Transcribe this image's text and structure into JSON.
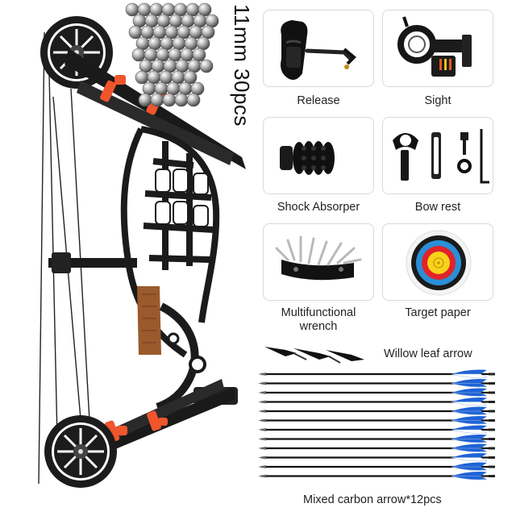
{
  "product": {
    "accessory_callout": "11mm 30pcs",
    "items": [
      {
        "label": "Release",
        "icon": "release-aid-icon"
      },
      {
        "label": "Sight",
        "icon": "bow-sight-icon"
      },
      {
        "label": "Shock Absorper",
        "icon": "stabilizer-icon"
      },
      {
        "label": "Bow rest",
        "icon": "arrow-rest-icon"
      },
      {
        "label": "Multifunctional\nwrench",
        "icon": "multitool-wrench-icon"
      },
      {
        "label": "Target paper",
        "icon": "archery-target-icon"
      }
    ],
    "willow_label": "Willow leaf arrow",
    "arrows_label": "Mixed carbon arrow*12pcs",
    "arrow_count": 12,
    "colors": {
      "bow": "#1b1b1b",
      "orange_accents": "#f0552c",
      "grip": "#9a5a2c",
      "fletching": "#1f63d6",
      "card_border": "#d9d9d9"
    }
  }
}
